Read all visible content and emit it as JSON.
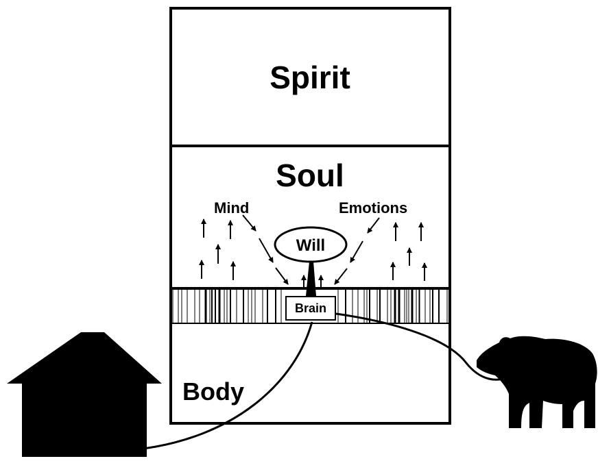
{
  "labels": {
    "spirit": "Spirit",
    "soul": "Soul",
    "mind": "Mind",
    "emotions": "Emotions",
    "will": "Will",
    "brain": "Brain",
    "body": "Body"
  },
  "colors": {
    "ink": "#000000",
    "paper": "#ffffff"
  }
}
